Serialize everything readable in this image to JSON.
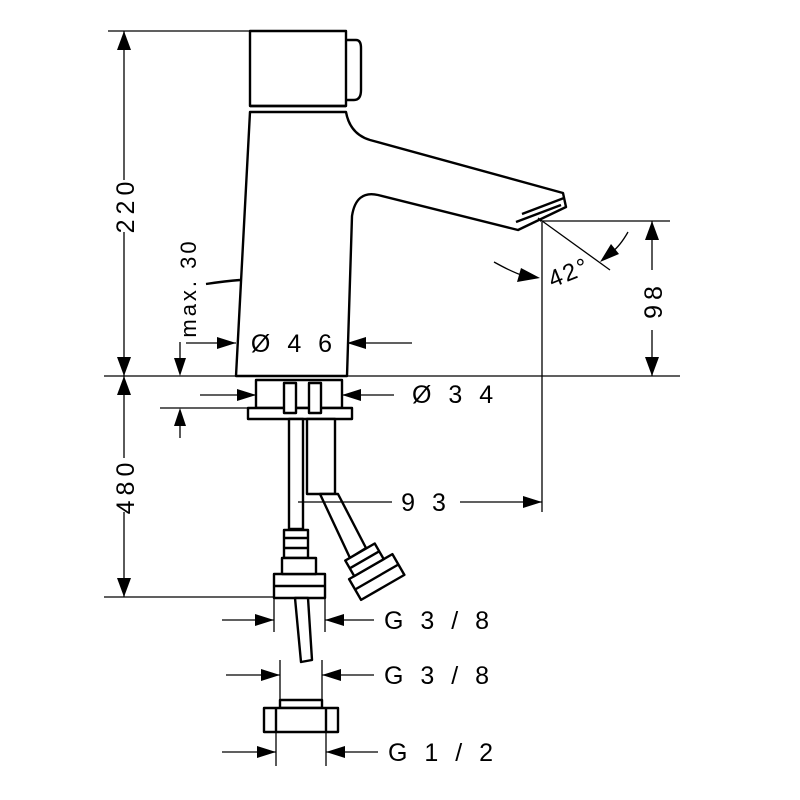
{
  "dimensions": {
    "height_total": "220",
    "max_30": "max. 30",
    "dia_46": "Ø 4 6",
    "dia_34": "Ø 3 4",
    "height_98": "98",
    "angle": "42°",
    "reach_93": "9 3",
    "hose_480": "480",
    "g38_a": "G 3 / 8",
    "g38_b": "G 3 / 8",
    "g12": "G 1 / 2"
  }
}
